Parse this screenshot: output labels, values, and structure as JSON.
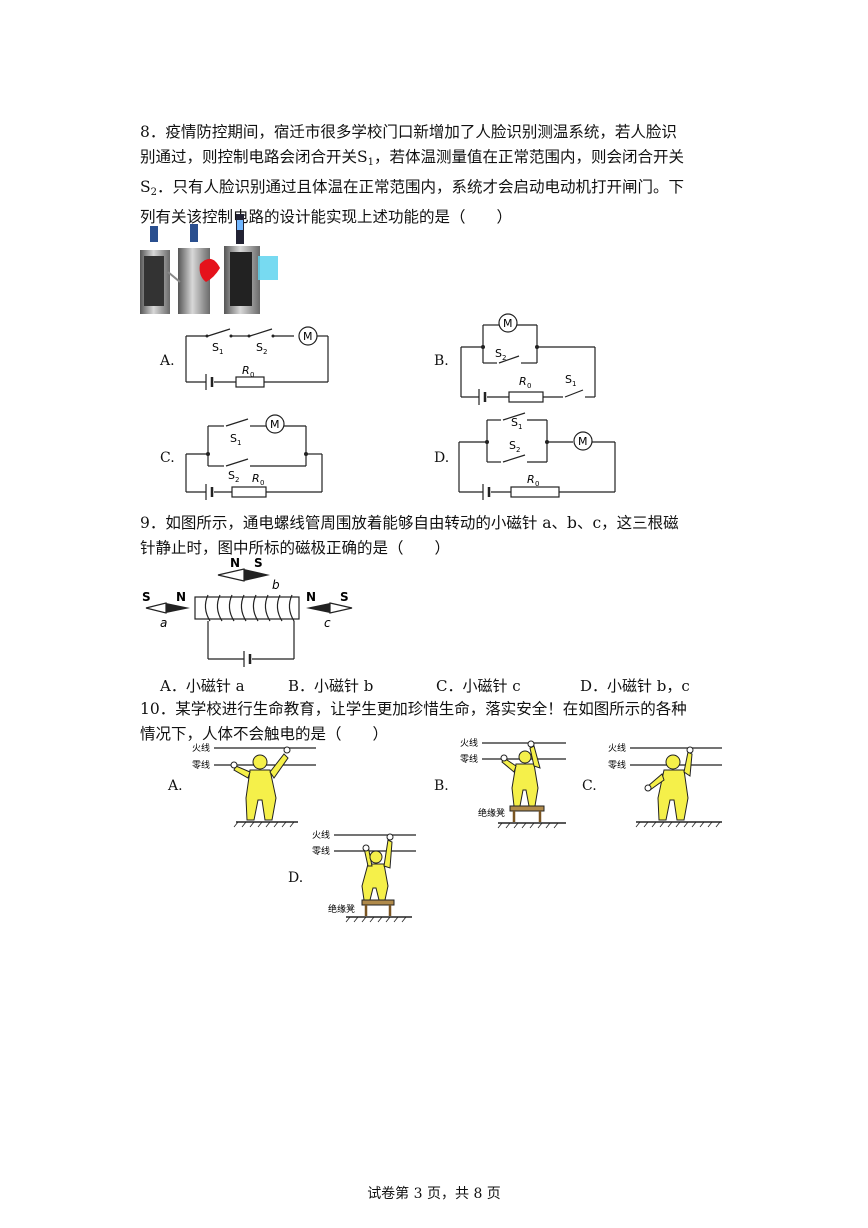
{
  "q8": {
    "line1": "8．疫情防控期间，宿迁市很多学校门口新增加了人脸识别测温系统，若人脸识",
    "line2_pre": "别通过，则控制电路会闭合开关S",
    "line2_sub": "1",
    "line2_post": "，若体温测量值在正常范围内，则会闭合开关",
    "line3_pre": "S",
    "line3_sub": "2",
    "line3_post": "．只有人脸识别通过且体温在正常范围内，系统才会启动电动机打开闸门。下",
    "line4": "列有关该控制电路的设计能实现上述功能的是（　　）",
    "options": {
      "a": "A.",
      "b": "B.",
      "c": "C.",
      "d": "D."
    },
    "labels": {
      "s": "S",
      "one": "1",
      "two": "2",
      "r": "R",
      "zero": "0",
      "m": "M"
    }
  },
  "q9": {
    "line1": "9．如图所示，通电螺线管周围放着能够自由转动的小磁针 a、b、c，这三根磁",
    "line2": "针静止时，图中所标的磁极正确的是（　　）",
    "poles": {
      "n": "N",
      "s": "S"
    },
    "needles": {
      "a": "a",
      "b": "b",
      "c": "c"
    },
    "options": {
      "a": "A．小磁针 a",
      "b": "B．小磁针 b",
      "c": "C．小磁针 c",
      "d": "D．小磁针 b，c"
    }
  },
  "q10": {
    "line1": "10．某学校进行生命教育，让学生更加珍惜生命，落实安全！在如图所示的各种",
    "line2": "情况下，人体不会触电的是（　　）",
    "live": "火线",
    "neutral": "零线",
    "stool": "绝缘凳",
    "options": {
      "a": "A.",
      "b": "B.",
      "c": "C.",
      "d": "D."
    }
  },
  "footer": "试卷第 3 页，共 8 页"
}
